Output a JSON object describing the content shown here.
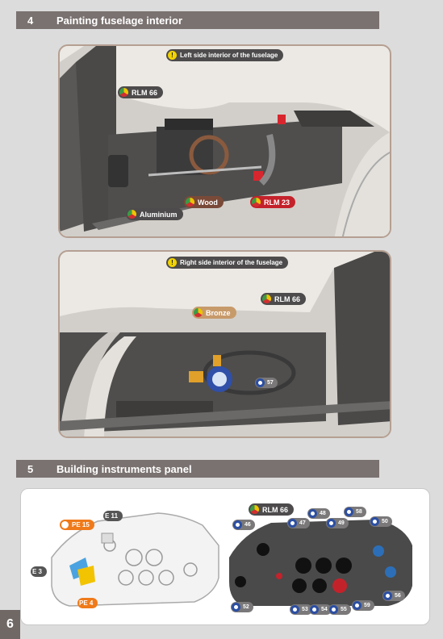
{
  "step4": {
    "number": "4",
    "title": "Painting fuselage interior"
  },
  "panel_left": {
    "note": "Left side interior of the fuselage",
    "labels": {
      "rlm66": "RLM 66",
      "wood": "Wood",
      "rlm23": "RLM 23",
      "aluminium": "Aluminium"
    }
  },
  "panel_right": {
    "note": "Right side interior of the fuselage",
    "labels": {
      "rlm66": "RLM 66",
      "bronze": "Bronze"
    },
    "part": "57"
  },
  "step5": {
    "number": "5",
    "title": "Building instruments panel"
  },
  "instrument_panel": {
    "left_labels": {
      "pe15": "PE 15",
      "e11": "E 11",
      "e3": "E 3",
      "pe4": "PE 4"
    },
    "color_label": "RLM 66",
    "parts": [
      "46",
      "47",
      "48",
      "49",
      "58",
      "50",
      "52",
      "53",
      "54",
      "55",
      "59",
      "56"
    ]
  },
  "page_number": "6",
  "colors": {
    "rlm66": "#4d4b4b",
    "rlm23": "#c4222b",
    "wood": "#7a4a38",
    "bronze": "#c79a6a",
    "accent_orange": "#ef7a1a",
    "part_blue": "#2c4fa3"
  }
}
